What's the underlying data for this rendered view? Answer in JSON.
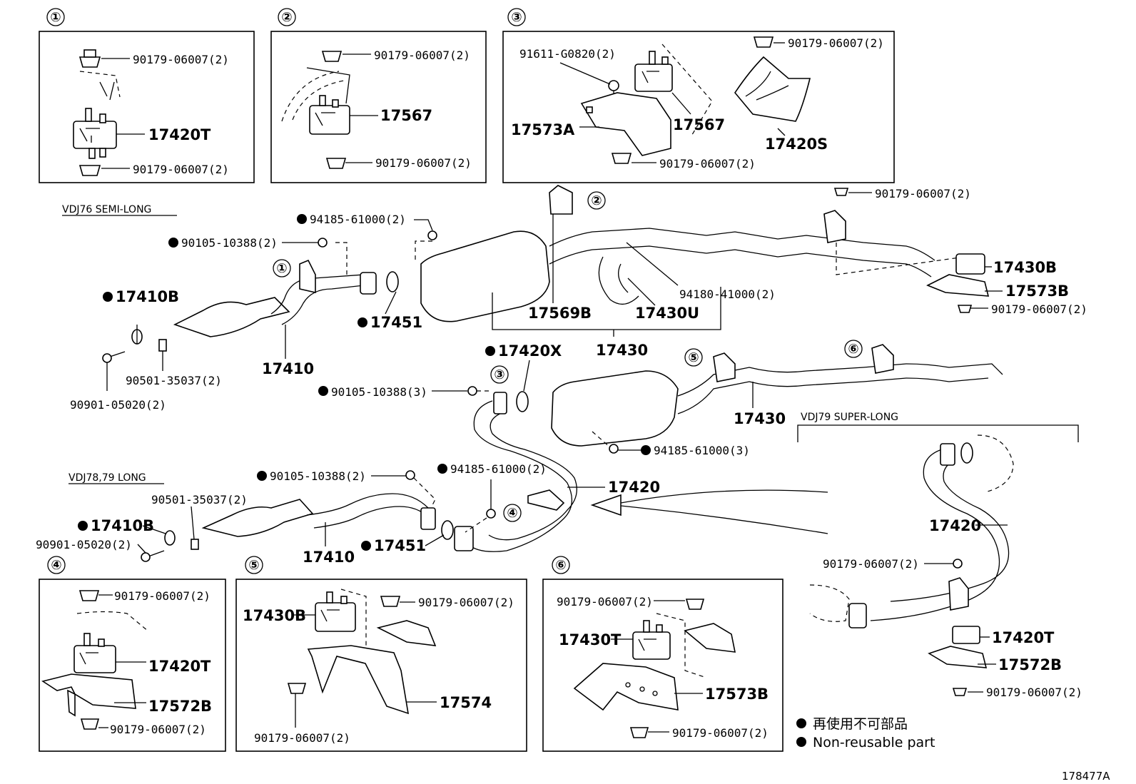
{
  "diagram": {
    "boxes": [
      {
        "num": "①",
        "labels": [
          "90179-06007(2)",
          "17420T",
          "90179-06007(2)"
        ]
      },
      {
        "num": "②",
        "labels": [
          "90179-06007(2)",
          "17567",
          "90179-06007(2)"
        ]
      },
      {
        "num": "③",
        "labels": [
          "91611-G0820(2)",
          "90179-06007(2)",
          "17573A",
          "17567",
          "17420S",
          "90179-06007(2)"
        ]
      },
      {
        "num": "④",
        "labels": [
          "90179-06007(2)",
          "17420T",
          "17572B",
          "90179-06007(2)"
        ]
      },
      {
        "num": "⑤",
        "labels": [
          "17430B",
          "90179-06007(2)",
          "17574",
          "90179-06007(2)"
        ]
      },
      {
        "num": "⑥",
        "labels": [
          "90179-06007(2)",
          "17430T",
          "17573B",
          "90179-06007(2)"
        ]
      }
    ],
    "section_semi_long": {
      "title": "VDJ76 SEMI-LONG",
      "labels": [
        "94185-61000(2)",
        "90105-10388(2)",
        "17410B",
        "17451",
        "17410",
        "90501-35037(2)",
        "90901-05020(2)",
        "17569B",
        "17430U",
        "94180-41000(2)",
        "17430",
        "90179-06007(2)",
        "17430B",
        "17573B",
        "90179-06007(2)"
      ],
      "callouts": [
        "①",
        "②"
      ]
    },
    "section_long": {
      "title": "VDJ78,79 LONG",
      "labels": [
        "17420X",
        "90105-10388(3)",
        "17430",
        "94185-61000(3)",
        "17420",
        "90105-10388(2)",
        "94185-61000(2)",
        "90501-35037(2)",
        "17410B",
        "90901-05020(2)",
        "17410",
        "17451"
      ],
      "callouts": [
        "③",
        "④",
        "⑤",
        "⑥"
      ]
    },
    "section_super_long": {
      "title": "VDJ79  SUPER-LONG",
      "labels": [
        "17420",
        "90179-06007(2)",
        "17420T",
        "17572B",
        "90179-06007(2)"
      ]
    },
    "legend": [
      {
        "text": "再使用不可部品"
      },
      {
        "text": "Non-reusable part"
      }
    ],
    "figure_id": "178477A"
  }
}
